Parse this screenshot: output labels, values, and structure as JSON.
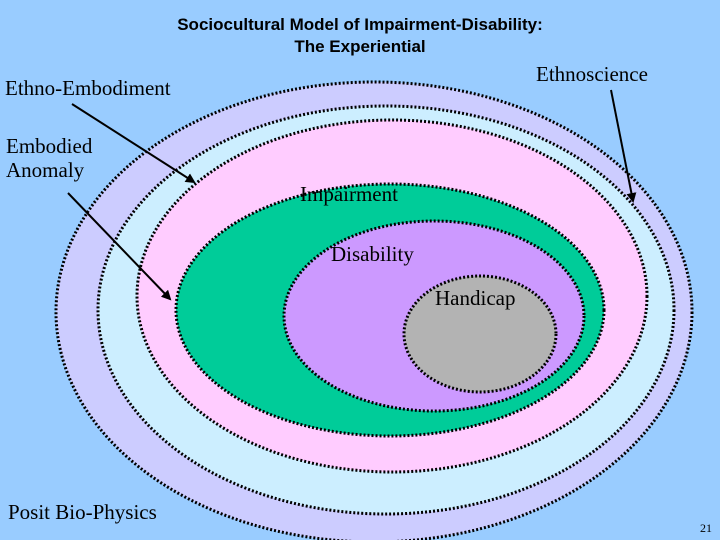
{
  "slide": {
    "title_line1": "Sociocultural Model of Impairment-Disability:",
    "title_line2": "The Experiential",
    "page_number": "21"
  },
  "labels": {
    "ethno_embodiment": "Ethno-Embodiment",
    "ethnoscience": "Ethnoscience",
    "embodied_line1": "Embodied",
    "embodied_line2": "Anomaly",
    "impairment": "Impairment",
    "disability": "Disability",
    "handicap": "Handicap",
    "posit_bio_physics": "Posit Bio-Physics"
  },
  "colors": {
    "background": "#99ccff",
    "ring_outer": "#ccccff",
    "ring_2": "#cceeff",
    "ring_3": "#ffccff",
    "impairment": "#00cc99",
    "disability": "#cc99ff",
    "handicap": "#b3b3b3"
  }
}
